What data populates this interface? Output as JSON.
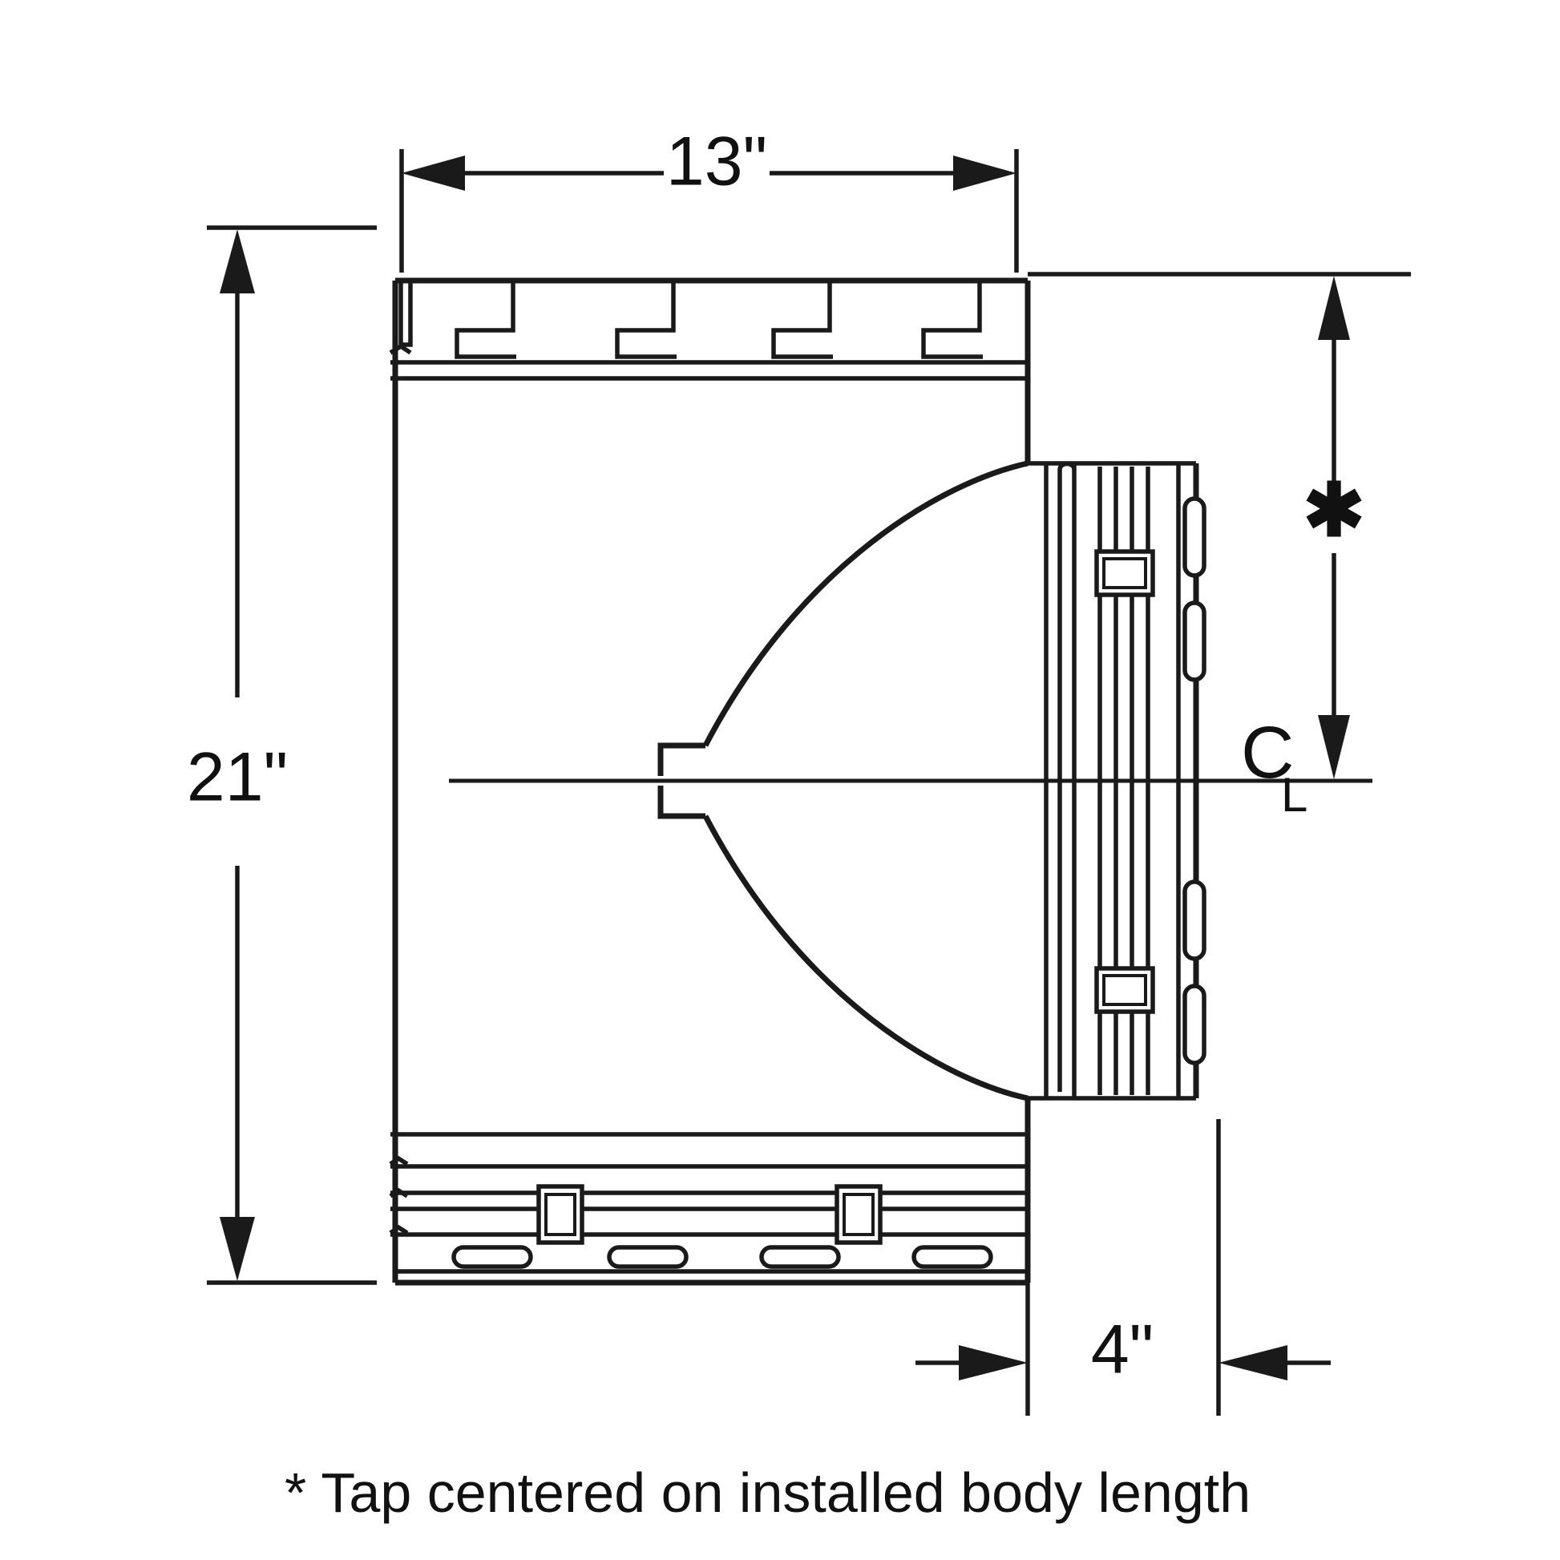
{
  "drawing": {
    "title": "Duct tee fitting dimensioned elevation drawing",
    "background_color": "#ffffff",
    "line_color": "#1a1a1a",
    "footnote": "* Tap centered on installed body length"
  },
  "dimensions": {
    "width": {
      "label": "13\"",
      "name": "body-width",
      "orientation": "horizontal",
      "position": "top"
    },
    "height": {
      "label": "21\"",
      "name": "body-height",
      "orientation": "vertical",
      "position": "left"
    },
    "tap_offset": {
      "label": "4\"",
      "name": "tap-flange-depth",
      "orientation": "horizontal",
      "position": "bottom-right"
    },
    "tap_center": {
      "label": "✱",
      "name": "tap-center-dimension",
      "orientation": "vertical",
      "position": "right",
      "note_ref": "* Tap centered on installed body length"
    }
  },
  "annotations": {
    "centerline": {
      "label_main": "C",
      "label_sub": "L",
      "name": "centerline-symbol"
    },
    "asterisk": "✱"
  },
  "features": {
    "top_edge": {
      "name": "drive-cleat-top",
      "tab_count": 4
    },
    "bottom_flange": {
      "name": "bottom-flange",
      "oval_slot_count": 4,
      "clip_count": 2
    },
    "right_flange": {
      "name": "tap-flange",
      "oval_slot_count": 4,
      "clip_count": 2
    },
    "tap_cone": {
      "name": "tap-transition-cone"
    }
  }
}
